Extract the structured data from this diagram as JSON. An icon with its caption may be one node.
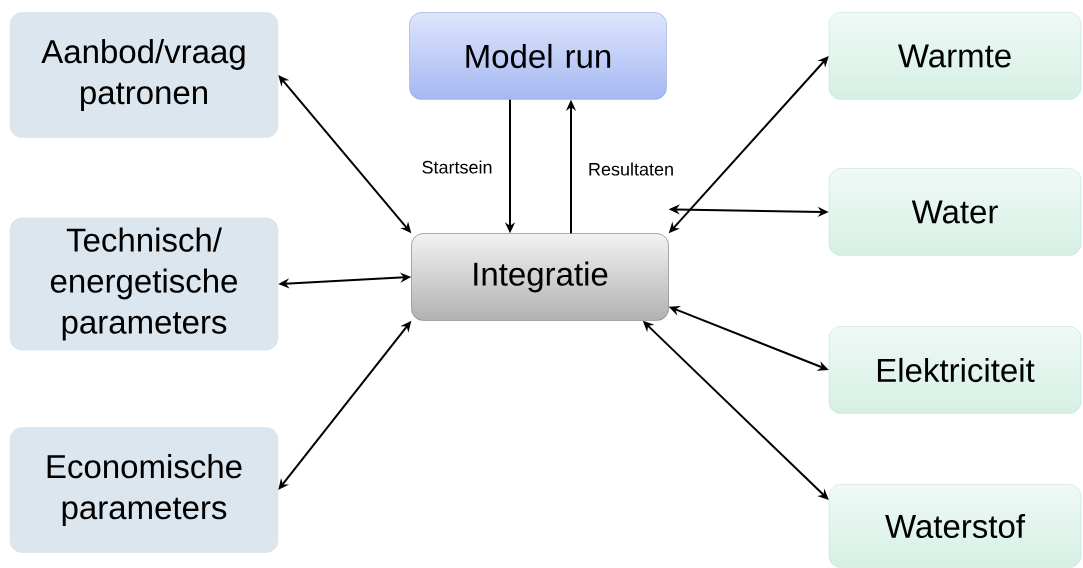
{
  "diagram": {
    "nodes": [
      {
        "text": [
          "Aanbod/vraag patronen"
        ]
      },
      {
        "text": [
          "Model run"
        ]
      },
      {
        "text": [
          "Warmte"
        ]
      },
      {
        "text": [
          "Technisch/ energetische parameters"
        ]
      },
      {
        "text": [
          "Integratie"
        ]
      },
      {
        "text": [
          "Water"
        ]
      },
      {
        "text": [
          "Elektriciteit"
        ]
      },
      {
        "text": [
          "Economische parameters"
        ]
      },
      {
        "text": [
          "Waterstof"
        ]
      }
    ],
    "edges": [
      {
        "from": 0,
        "to": 4,
        "arrow": "both"
      },
      {
        "from": 1,
        "to": 4,
        "arrow": "to",
        "label": "Startsein"
      },
      {
        "from": 4,
        "to": 1,
        "arrow": "to",
        "label": "Resultaten"
      },
      {
        "from": 4,
        "to": 2,
        "arrow": "both"
      },
      {
        "from": 3,
        "to": 4,
        "arrow": "both"
      },
      {
        "from": 4,
        "to": 5,
        "arrow": "both"
      },
      {
        "from": 4,
        "to": 6,
        "arrow": "both"
      },
      {
        "from": 7,
        "to": 4,
        "arrow": "both"
      },
      {
        "from": 4,
        "to": 8,
        "arrow": "both"
      }
    ]
  }
}
